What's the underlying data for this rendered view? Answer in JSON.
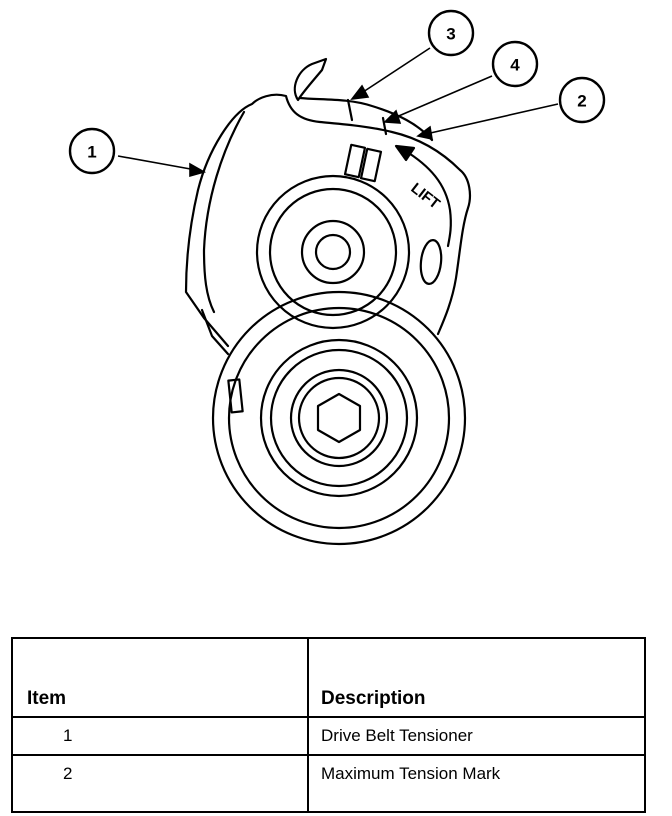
{
  "callouts": [
    {
      "id": "1",
      "label": "1"
    },
    {
      "id": "3",
      "label": "3"
    },
    {
      "id": "4",
      "label": "4"
    },
    {
      "id": "2",
      "label": "2"
    }
  ],
  "diagram_text": {
    "lift_label": "LIFT"
  },
  "legend": {
    "header_item": "Item",
    "header_description": "Description",
    "rows": [
      {
        "item": "1",
        "description": "Drive Belt Tensioner"
      },
      {
        "item": "2",
        "description": "Maximum Tension Mark"
      }
    ]
  }
}
